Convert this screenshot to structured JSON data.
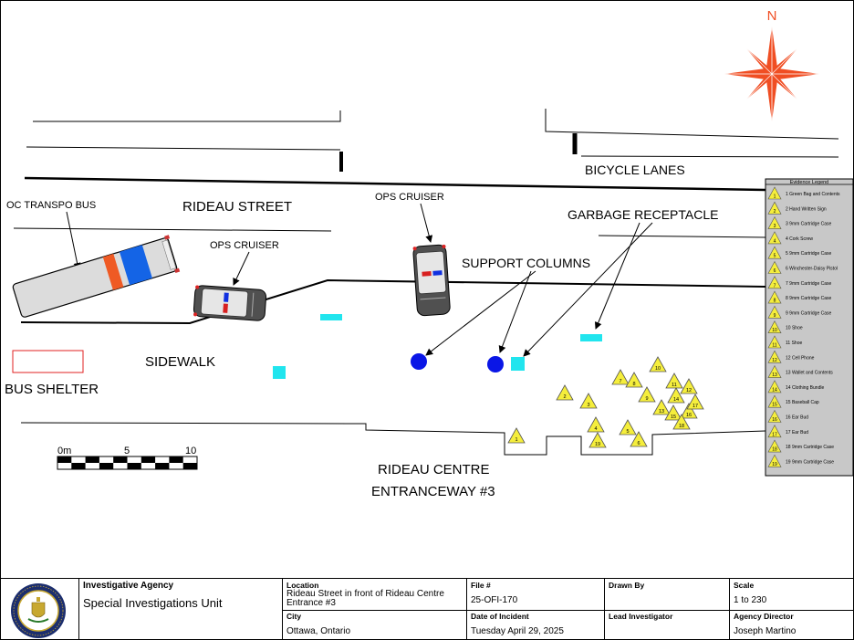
{
  "compass": {
    "north_label": "N"
  },
  "labels": {
    "bicycle_lanes": "BICYCLE LANES",
    "rideau_street": "RIDEAU STREET",
    "oc_transpo_bus": "OC TRANSPO BUS",
    "ops_cruiser_1": "OPS CRUISER",
    "ops_cruiser_2": "OPS CRUISER",
    "garbage_receptacle": "GARBAGE RECEPTACLE",
    "support_columns": "SUPPORT COLUMNS",
    "sidewalk": "SIDEWALK",
    "bus_shelter": "BUS SHELTER",
    "rideau_centre": "RIDEAU CENTRE",
    "entranceway": "ENTRANCEWAY #3"
  },
  "scale_bar": {
    "labels": [
      "0m",
      "5",
      "10"
    ]
  },
  "legend": {
    "title": "Evidence Legend",
    "items": [
      {
        "num": "1",
        "desc": "Green Bag and Contents"
      },
      {
        "num": "2",
        "desc": "Hand Written Sign"
      },
      {
        "num": "3",
        "desc": "9mm Cartridge Case"
      },
      {
        "num": "4",
        "desc": "Cork Screw"
      },
      {
        "num": "5",
        "desc": "9mm Cartridge Case"
      },
      {
        "num": "6",
        "desc": "Winchester-Daisy Pistol"
      },
      {
        "num": "7",
        "desc": "9mm Cartridge Case"
      },
      {
        "num": "8",
        "desc": "9mm Cartridge Case"
      },
      {
        "num": "9",
        "desc": "9mm Cartridge Case"
      },
      {
        "num": "10",
        "desc": "Shoe"
      },
      {
        "num": "11",
        "desc": "Shoe"
      },
      {
        "num": "12",
        "desc": "Cell Phone"
      },
      {
        "num": "13",
        "desc": "Wallet and Contents"
      },
      {
        "num": "14",
        "desc": "Clothing Bundle"
      },
      {
        "num": "15",
        "desc": "Baseball Cap"
      },
      {
        "num": "16",
        "desc": "Ear Bud"
      },
      {
        "num": "17",
        "desc": "Ear Bud"
      },
      {
        "num": "18",
        "desc": "9mm Cartridge Case"
      },
      {
        "num": "19",
        "desc": "9mm Cartridge Case"
      }
    ]
  },
  "evidence_markers": [
    "1",
    "2",
    "3",
    "4",
    "5",
    "6",
    "7",
    "8",
    "9",
    "10",
    "11",
    "12",
    "13",
    "14",
    "15",
    "16",
    "17",
    "18",
    "19"
  ],
  "title_block": {
    "agency_header": "Investigative Agency",
    "agency_value": "Special Investigations Unit",
    "location_header": "Location",
    "location_value": "Rideau Street in front of Rideau Centre Entrance #3",
    "city_header": "City",
    "city_value": "Ottawa, Ontario",
    "file_header": "File #",
    "file_value": "25-OFI-170",
    "date_header": "Date of Incident",
    "date_value": "Tuesday April 29, 2025",
    "drawn_header": "Drawn By",
    "drawn_value": "",
    "lead_header": "Lead Investigator",
    "lead_value": "",
    "scale_header": "Scale",
    "scale_value": "1 to 230",
    "director_header": "Agency Director",
    "director_value": "Joseph Martino"
  },
  "colors": {
    "compass": "#f04e23",
    "marker_fill": "#f5ee3c",
    "cyan": "#21e5ee",
    "column_blue": "#0a16e6",
    "bus_stripe_orange": "#ef5a24",
    "bus_stripe_blue": "#1464e6",
    "legend_bg": "#c8c8c8"
  }
}
